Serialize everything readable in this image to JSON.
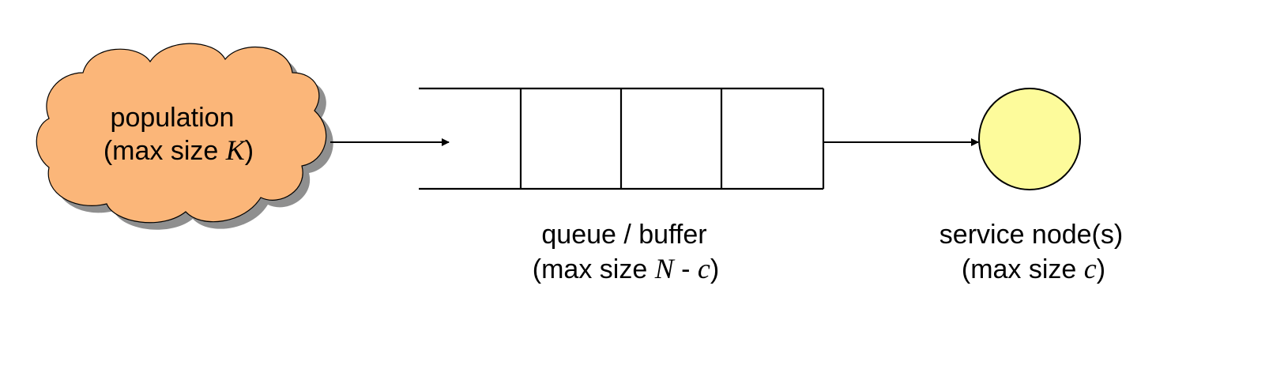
{
  "colors": {
    "population_fill": "#FBB679",
    "population_shadow": "#8F8F8F",
    "service_fill": "#FDFB9B",
    "stroke": "#000000"
  },
  "population": {
    "line1": "population",
    "line2_prefix": "(max size ",
    "line2_var": "K",
    "line2_suffix": ")"
  },
  "queue": {
    "line1": "queue / buffer",
    "line2_prefix": "(max size ",
    "line2_var1": "N",
    "line2_mid": " - ",
    "line2_var2": "c",
    "line2_suffix": ")"
  },
  "service": {
    "line1": "service node(s)",
    "line2_prefix": "(max size ",
    "line2_var": "c",
    "line2_suffix": ")"
  }
}
